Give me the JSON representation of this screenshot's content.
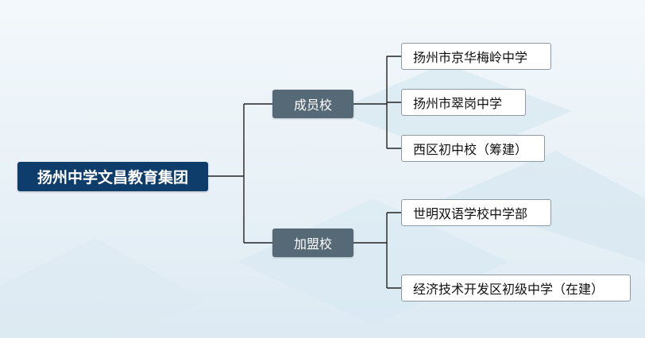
{
  "root": {
    "label": "扬州中学文昌教育集团"
  },
  "branches": [
    {
      "label": "成员校",
      "schools": [
        "扬州市京华梅岭中学",
        "扬州市翠岗中学",
        "西区初中校（筹建）"
      ]
    },
    {
      "label": "加盟校",
      "schools": [
        "世明双语学校中学部",
        "经济技术开发区初级中学（在建）"
      ]
    }
  ],
  "colors": {
    "root_fill": "#0e3c6b",
    "category_fill": "#566977",
    "leaf_border": "#8e9aa3",
    "connector": "#222222"
  }
}
